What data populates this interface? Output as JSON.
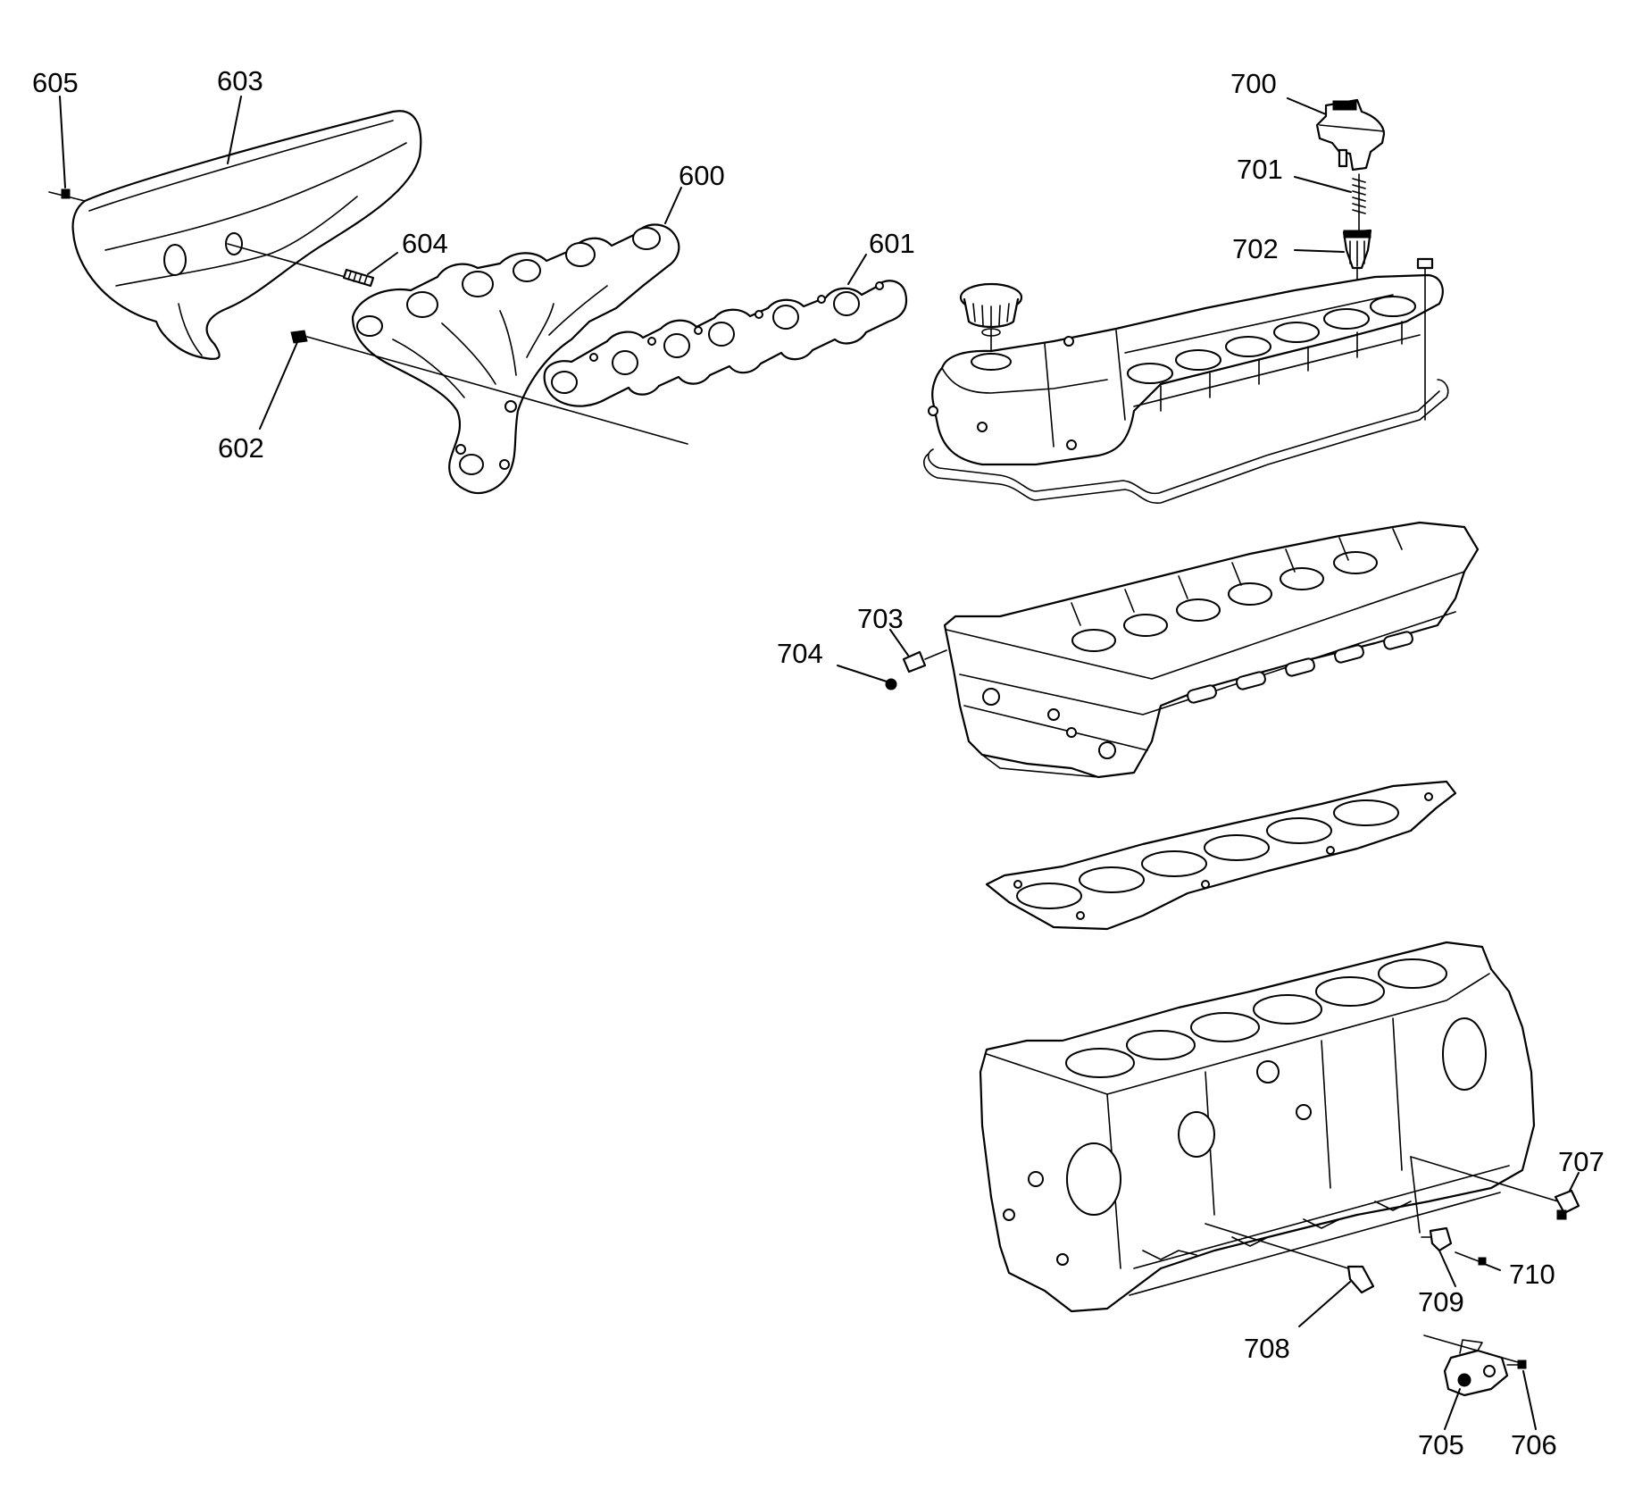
{
  "callouts": {
    "c600": "600",
    "c601": "601",
    "c602": "602",
    "c603": "603",
    "c604": "604",
    "c605": "605",
    "c700": "700",
    "c701": "701",
    "c702": "702",
    "c703": "703",
    "c704": "704",
    "c705": "705",
    "c706": "706",
    "c707": "707",
    "c708": "708",
    "c709": "709",
    "c710": "710"
  },
  "colors": {
    "line": "#000000",
    "background": "#ffffff"
  }
}
